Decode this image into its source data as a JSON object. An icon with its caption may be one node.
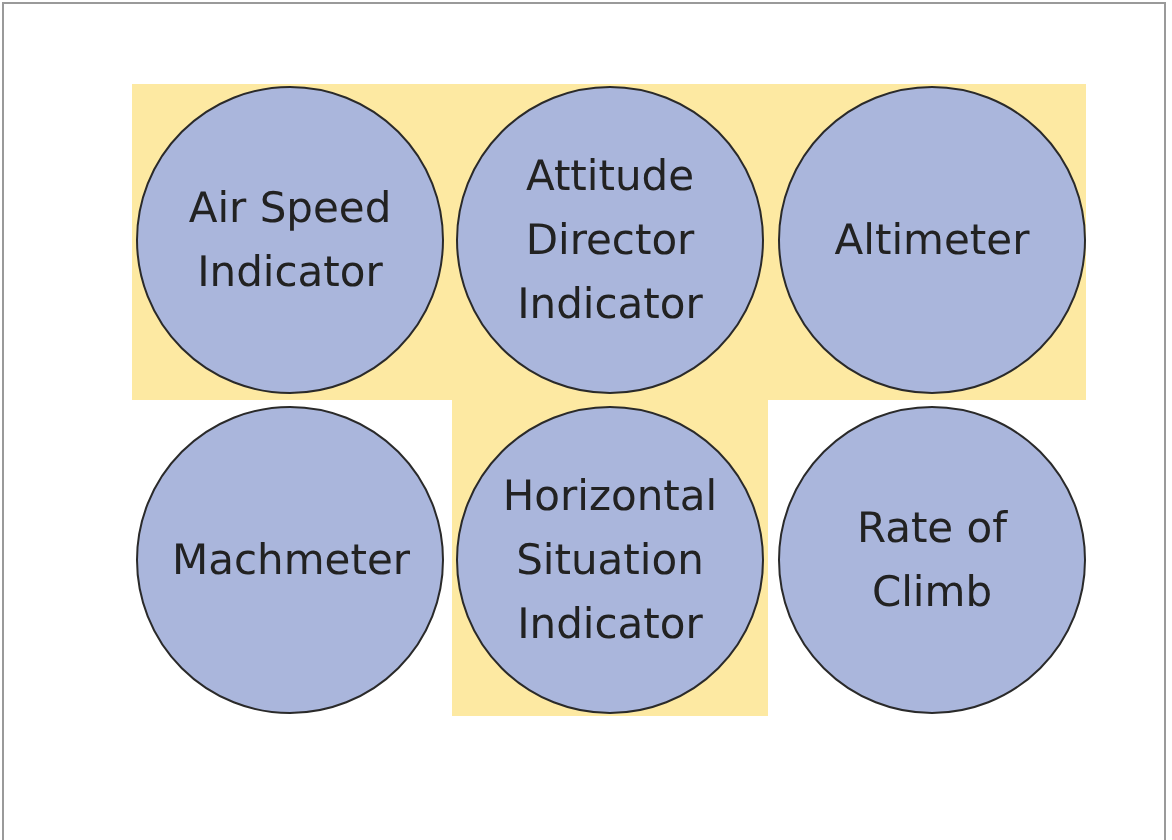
{
  "diagram": {
    "nodes": [
      {
        "text": [
          "Air Speed Indicator"
        ]
      },
      {
        "text": [
          "Attitude Director Indicator"
        ]
      },
      {
        "text": [
          "Altimeter"
        ]
      },
      {
        "text": [
          "Machmeter"
        ]
      },
      {
        "text": [
          "Horizontal Situation Indicator"
        ]
      },
      {
        "text": [
          "Rate of Climb"
        ]
      }
    ]
  }
}
